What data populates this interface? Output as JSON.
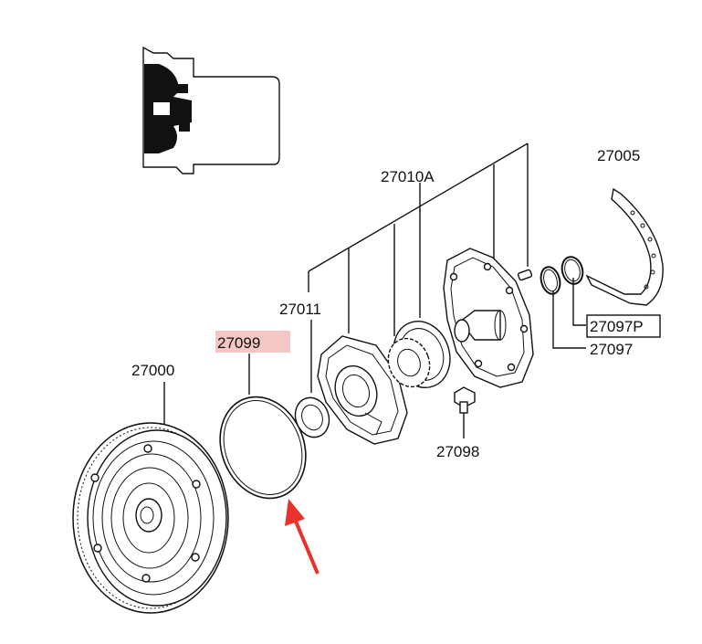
{
  "labels": {
    "p27000": "27000",
    "p27099": "27099",
    "p27011": "27011",
    "p27010A": "27010A",
    "p27005": "27005",
    "p27097P": "27097P",
    "p27097": "27097",
    "p27098": "27098"
  },
  "colors": {
    "highlight": "#f4c6c6",
    "arrow": "#e8322a",
    "line": "#111111"
  }
}
